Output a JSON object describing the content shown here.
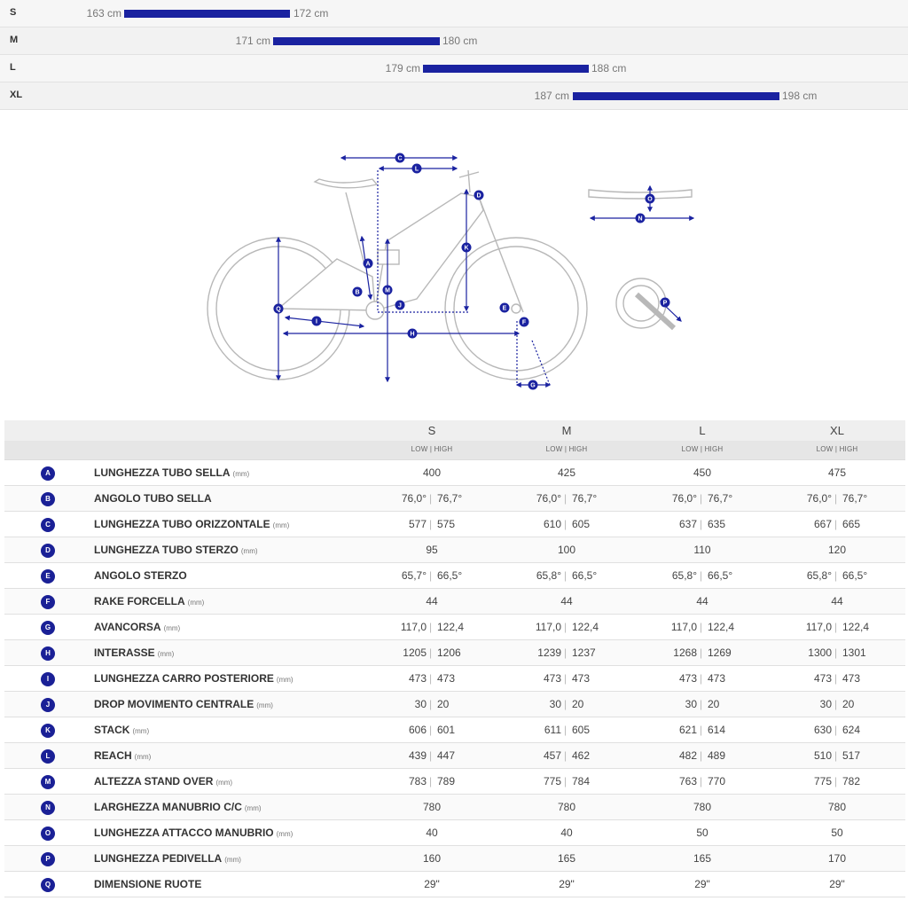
{
  "size_ranges": [
    {
      "size": "S",
      "min": "163 cm",
      "max": "172 cm"
    },
    {
      "size": "M",
      "min": "171 cm",
      "max": "180 cm"
    },
    {
      "size": "L",
      "min": "179 cm",
      "max": "188 cm"
    },
    {
      "size": "XL",
      "min": "187 cm",
      "max": "198 cm"
    }
  ],
  "diagram_labels": [
    "A",
    "B",
    "C",
    "D",
    "E",
    "F",
    "G",
    "H",
    "I",
    "J",
    "K",
    "L",
    "M",
    "N",
    "O",
    "P",
    "Q"
  ],
  "table": {
    "sizes": [
      "S",
      "M",
      "L",
      "XL"
    ],
    "subheader": "LOW | HIGH",
    "rows": [
      {
        "badge": "A",
        "label": "LUNGHEZZA TUBO SELLA",
        "unit": "(mm)",
        "values": [
          "400",
          "425",
          "450",
          "475"
        ]
      },
      {
        "badge": "B",
        "label": "ANGOLO TUBO SELLA",
        "unit": "",
        "values": [
          [
            "76,0°",
            "76,7°"
          ],
          [
            "76,0°",
            "76,7°"
          ],
          [
            "76,0°",
            "76,7°"
          ],
          [
            "76,0°",
            "76,7°"
          ]
        ]
      },
      {
        "badge": "C",
        "label": "LUNGHEZZA TUBO ORIZZONTALE",
        "unit": "(mm)",
        "values": [
          [
            "577",
            "575"
          ],
          [
            "610",
            "605"
          ],
          [
            "637",
            "635"
          ],
          [
            "667",
            "665"
          ]
        ]
      },
      {
        "badge": "D",
        "label": "LUNGHEZZA TUBO STERZO",
        "unit": "(mm)",
        "values": [
          "95",
          "100",
          "110",
          "120"
        ]
      },
      {
        "badge": "E",
        "label": "ANGOLO STERZO",
        "unit": "",
        "values": [
          [
            "65,7°",
            "66,5°"
          ],
          [
            "65,8°",
            "66,5°"
          ],
          [
            "65,8°",
            "66,5°"
          ],
          [
            "65,8°",
            "66,5°"
          ]
        ]
      },
      {
        "badge": "F",
        "label": "RAKE FORCELLA",
        "unit": "(mm)",
        "values": [
          "44",
          "44",
          "44",
          "44"
        ]
      },
      {
        "badge": "G",
        "label": "AVANCORSA",
        "unit": "(mm)",
        "values": [
          [
            "117,0",
            "122,4"
          ],
          [
            "117,0",
            "122,4"
          ],
          [
            "117,0",
            "122,4"
          ],
          [
            "117,0",
            "122,4"
          ]
        ]
      },
      {
        "badge": "H",
        "label": "INTERASSE",
        "unit": "(mm)",
        "values": [
          [
            "1205",
            "1206"
          ],
          [
            "1239",
            "1237"
          ],
          [
            "1268",
            "1269"
          ],
          [
            "1300",
            "1301"
          ]
        ]
      },
      {
        "badge": "I",
        "label": "LUNGHEZZA CARRO POSTERIORE",
        "unit": "(mm)",
        "values": [
          [
            "473",
            "473"
          ],
          [
            "473",
            "473"
          ],
          [
            "473",
            "473"
          ],
          [
            "473",
            "473"
          ]
        ]
      },
      {
        "badge": "J",
        "label": "DROP MOVIMENTO CENTRALE",
        "unit": "(mm)",
        "values": [
          [
            "30",
            "20"
          ],
          [
            "30",
            "20"
          ],
          [
            "30",
            "20"
          ],
          [
            "30",
            "20"
          ]
        ]
      },
      {
        "badge": "K",
        "label": "STACK",
        "unit": "(mm)",
        "values": [
          [
            "606",
            "601"
          ],
          [
            "611",
            "605"
          ],
          [
            "621",
            "614"
          ],
          [
            "630",
            "624"
          ]
        ]
      },
      {
        "badge": "L",
        "label": "REACH",
        "unit": "(mm)",
        "values": [
          [
            "439",
            "447"
          ],
          [
            "457",
            "462"
          ],
          [
            "482",
            "489"
          ],
          [
            "510",
            "517"
          ]
        ]
      },
      {
        "badge": "M",
        "label": "ALTEZZA STAND OVER",
        "unit": "(mm)",
        "values": [
          [
            "783",
            "789"
          ],
          [
            "775",
            "784"
          ],
          [
            "763",
            "770"
          ],
          [
            "775",
            "782"
          ]
        ]
      },
      {
        "badge": "N",
        "label": "LARGHEZZA MANUBRIO C/C",
        "unit": "(mm)",
        "values": [
          "780",
          "780",
          "780",
          "780"
        ]
      },
      {
        "badge": "O",
        "label": "LUNGHEZZA ATTACCO MANUBRIO",
        "unit": "(mm)",
        "values": [
          "40",
          "40",
          "50",
          "50"
        ]
      },
      {
        "badge": "P",
        "label": "LUNGHEZZA PEDIVELLA",
        "unit": "(mm)",
        "values": [
          "160",
          "165",
          "165",
          "170"
        ]
      },
      {
        "badge": "Q",
        "label": "DIMENSIONE RUOTE",
        "unit": "",
        "values": [
          "29\"",
          "29\"",
          "29\"",
          "29\""
        ]
      }
    ]
  },
  "colors": {
    "accent": "#1a22a0",
    "badge": "#1a2096"
  }
}
